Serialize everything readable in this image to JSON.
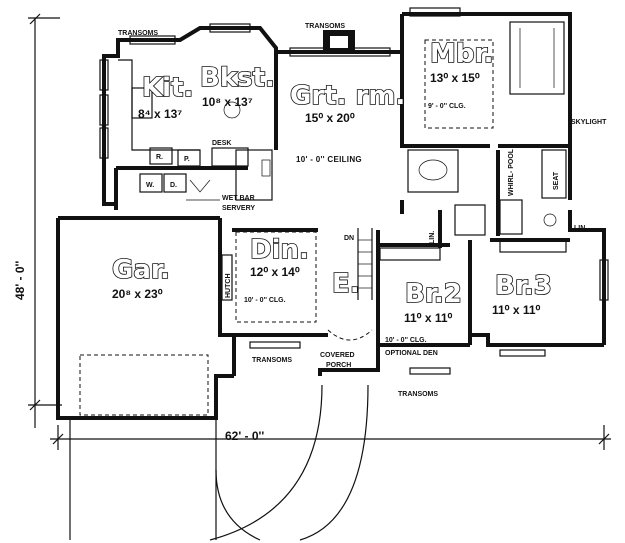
{
  "rooms": {
    "kitchen": {
      "name": "Kit.",
      "size": "8⁴ x 13⁷"
    },
    "breakfast": {
      "name": "Bkst.",
      "size": "10⁸ x 13⁷"
    },
    "great_room": {
      "name": "Grt. rm.",
      "size": "15⁰ x 20⁰",
      "note": "10' - 0'' CEILING"
    },
    "master": {
      "name": "Mbr.",
      "size": "13⁰ x 15⁰",
      "note": "9' - 0'' CLG."
    },
    "garage": {
      "name": "Gar.",
      "size": "20⁸ x 23⁰"
    },
    "dining": {
      "name": "Din.",
      "size": "12⁰ x 14⁰",
      "note": "10' - 0'' CLG."
    },
    "entry": {
      "name": "E."
    },
    "bedroom2": {
      "name": "Br.2",
      "size": "11⁰ x 11⁰",
      "note": "10' - 0'' CLG.",
      "note2": "OPTIONAL DEN"
    },
    "bedroom3": {
      "name": "Br.3",
      "size": "11⁰ x 11⁰"
    }
  },
  "labels": {
    "transoms_kitchen": "TRANSOMS",
    "transoms_great": "TRANSOMS",
    "transoms_dining": "TRANSOMS",
    "transoms_br2": "TRANSOMS",
    "skylight": "SKYLIGHT",
    "desk": "DESK",
    "wet_bar": "WET BAR",
    "servery": "SERVERY",
    "hutch": "HUTCH",
    "covered_porch_1": "COVERED",
    "covered_porch_2": "PORCH",
    "dn": "DN",
    "lin_hall": "LIN.",
    "lin_bath": "LIN.",
    "whirlpool": "WHIRL- POOL",
    "seat": "SEAT",
    "washer": "W.",
    "dryer": "D.",
    "ref": "R.",
    "pantry": "P."
  },
  "dimensions": {
    "width": "62' - 0''",
    "depth": "48' - 0''"
  }
}
